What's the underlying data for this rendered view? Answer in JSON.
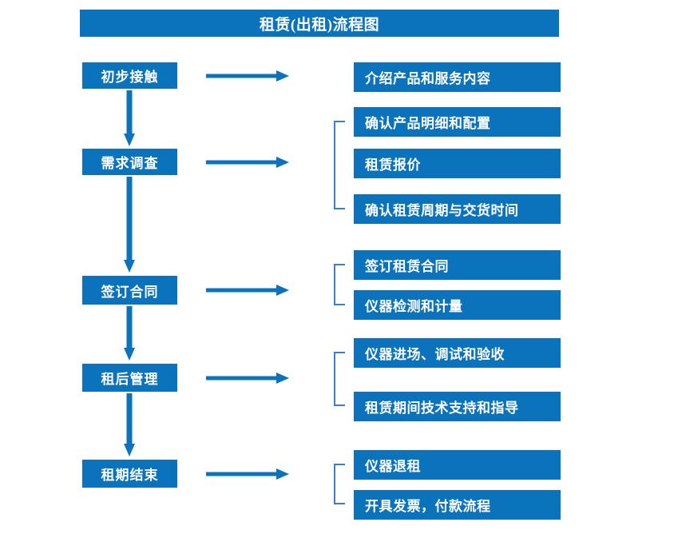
{
  "chart_data": {
    "type": "diagram",
    "title": "租赁(出租)流程图",
    "diagram_kind": "flowchart",
    "stages": [
      {
        "label": "初步接触",
        "details": [
          "介绍产品和服务内容"
        ]
      },
      {
        "label": "需求调查",
        "details": [
          "确认产品明细和配置",
          "租赁报价",
          "确认租赁周期与交货时间"
        ]
      },
      {
        "label": "签订合同",
        "details": [
          "签订租赁合同",
          "仪器检测和计量"
        ]
      },
      {
        "label": "租后管理",
        "details": [
          "仪器进场、调试和验收",
          "租赁期间技术支持和指导"
        ]
      },
      {
        "label": "租期结束",
        "details": [
          "仪器退租",
          "开具发票，付款流程"
        ]
      }
    ]
  },
  "header": {
    "title": "租赁(出租)流程图"
  },
  "stages": [
    {
      "label": "初步接触"
    },
    {
      "label": "需求调查"
    },
    {
      "label": "签订合同"
    },
    {
      "label": "租后管理"
    },
    {
      "label": "租期结束"
    }
  ],
  "details": [
    {
      "label": "介绍产品和服务内容"
    },
    {
      "label": "确认产品明细和配置"
    },
    {
      "label": "租赁报价"
    },
    {
      "label": "确认租赁周期与交货时间"
    },
    {
      "label": "签订租赁合同"
    },
    {
      "label": "仪器检测和计量"
    },
    {
      "label": "仪器进场、调试和验收"
    },
    {
      "label": "租赁期间技术支持和指导"
    },
    {
      "label": "仪器退租"
    },
    {
      "label": "开具发票，付款流程"
    }
  ],
  "colors": {
    "box_blue": "#0b72bc",
    "arrow_blue": "#0b72bc",
    "bracket_blue": "#3f7fc1",
    "text_white": "#ffffff",
    "background": "#ffffff"
  }
}
